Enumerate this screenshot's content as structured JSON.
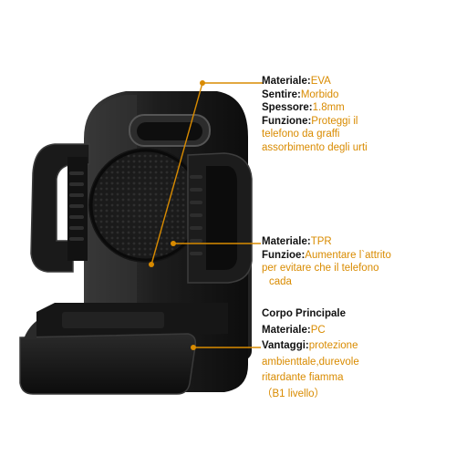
{
  "colors": {
    "accent": "#d98b00",
    "body": "#1c1c1c",
    "text": "#111111"
  },
  "callouts": {
    "eva": {
      "material_label": "Materiale:",
      "material_value": "EVA",
      "feel_label": "Sentire:",
      "feel_value": "Morbido",
      "thickness_label": "Spessore:",
      "thickness_value": "1.8mm",
      "function_label": "Funzione:",
      "function_value_1": "Proteggi il",
      "function_value_2": "telefono da graffi",
      "function_value_3": "assorbimento degli urti"
    },
    "tpr": {
      "material_label": "Materiale:",
      "material_value": "TPR",
      "function_label": "Funzioe:",
      "function_value_1": "Aumentare l`attrito",
      "function_value_2": "per evitare  che il telefono",
      "function_value_3": "cada"
    },
    "body": {
      "heading": "Corpo Principale",
      "material_label": "Materiale:",
      "material_value": "PC",
      "advantages_label": "Vantaggi:",
      "advantages_value_1": "protezione",
      "advantages_value_2": "ambienttale,durevole",
      "advantages_value_3": "ritardante fiamma",
      "level_text": "（B1 livello）"
    }
  }
}
